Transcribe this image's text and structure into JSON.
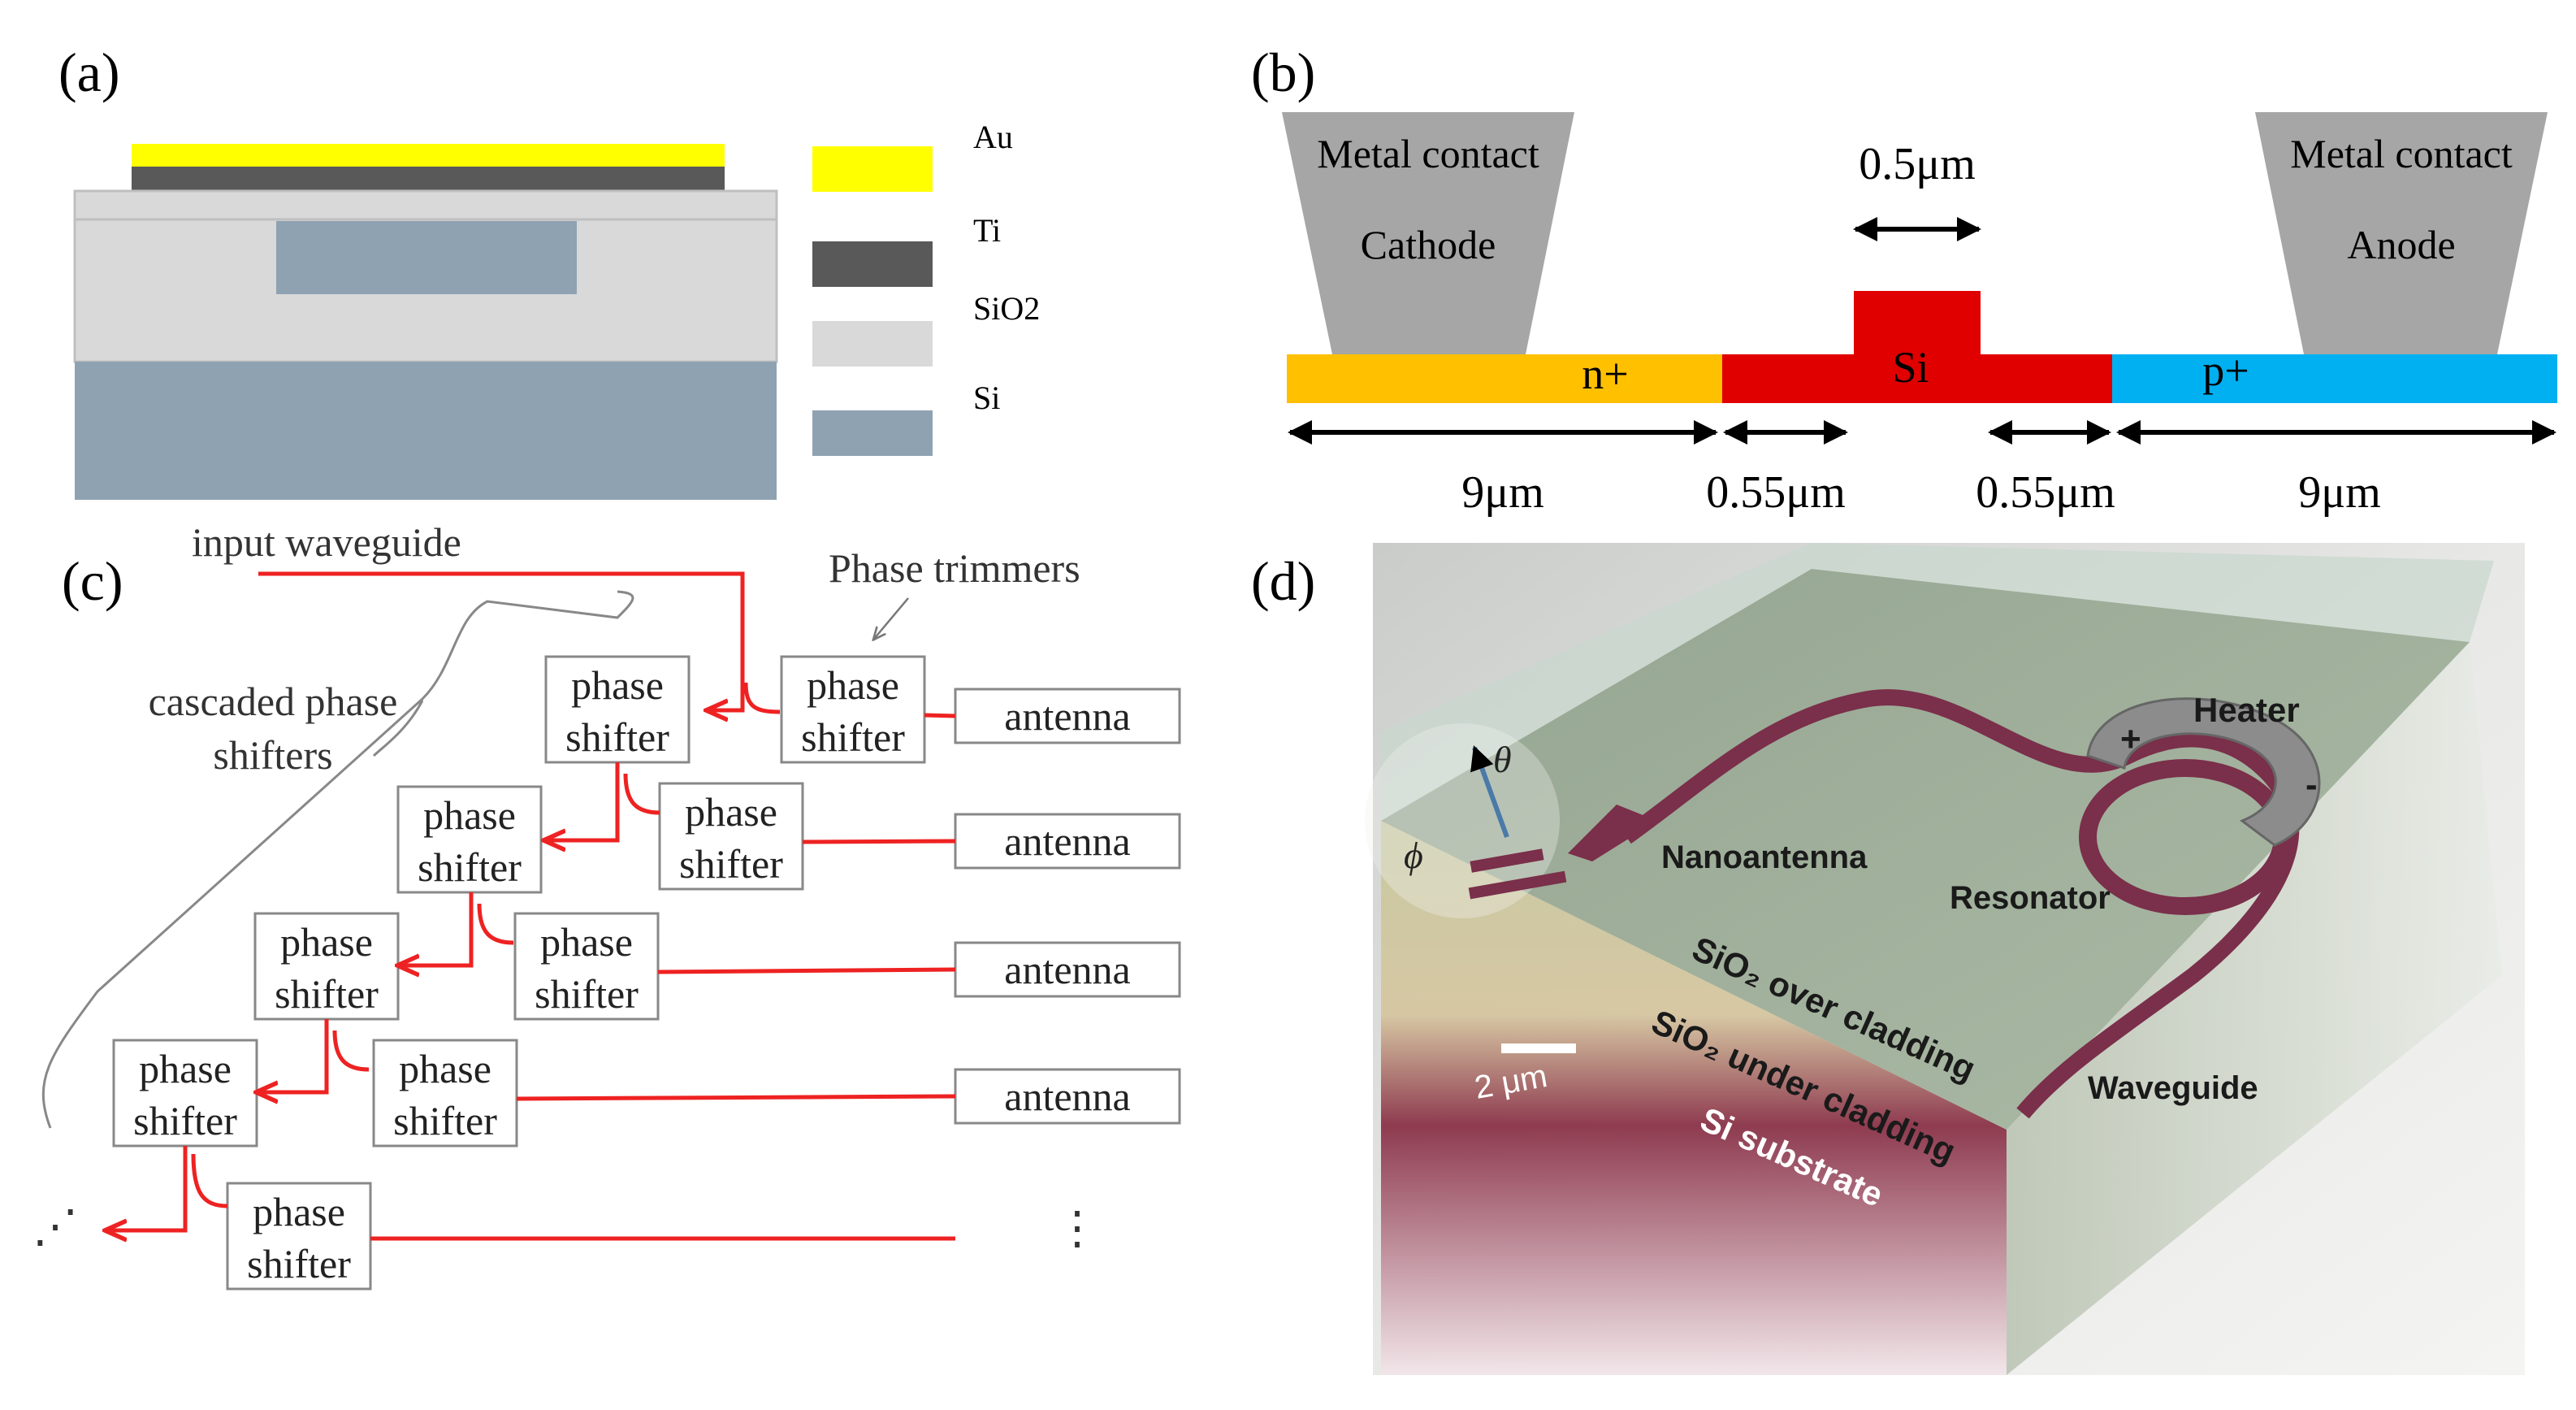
{
  "panels": {
    "a": {
      "label": "(a)",
      "legend": [
        {
          "name": "Au",
          "color": "#FFFF00"
        },
        {
          "name": "Ti",
          "color": "#595959"
        },
        {
          "name": "SiO2",
          "color": "#D9D9D9"
        },
        {
          "name": "Si",
          "color": "#8FA2B2"
        }
      ]
    },
    "b": {
      "label": "(b)",
      "cathode_line1": "Metal contact",
      "cathode_line2": "Cathode",
      "anode_line1": "Metal contact",
      "anode_line2": "Anode",
      "n_label": "n+",
      "si_label": "Si",
      "p_label": "p+",
      "top_width": "0.5μm",
      "dims": [
        "9μm",
        "0.55μm",
        "0.55μm",
        "9μm"
      ],
      "colors": {
        "n": "#FFC000",
        "si": "#E00000",
        "p": "#00B0F0",
        "metal": "#A6A6A6"
      }
    },
    "c": {
      "label": "(c)",
      "input_waveguide": "input waveguide",
      "phase_trimmers": "Phase trimmers",
      "cascaded_line1": "cascaded phase",
      "cascaded_line2": "shifters",
      "shifter_line1": "phase",
      "shifter_line2": "shifter",
      "antenna": "antenna",
      "ellipsis_left": "⋰",
      "ellipsis_right": "⋮",
      "line_color": "#EE2222"
    },
    "d": {
      "label": "(d)",
      "theta": "θ",
      "phi": "ϕ",
      "heater": "Heater",
      "plus": "+",
      "minus": "-",
      "nanoantenna": "Nanoantenna",
      "resonator": "Resonator",
      "over_cladding": "SiO₂ over cladding",
      "under_cladding": "SiO₂ under cladding",
      "waveguide": "Waveguide",
      "substrate": "Si substrate",
      "scale": "2 μm"
    }
  }
}
